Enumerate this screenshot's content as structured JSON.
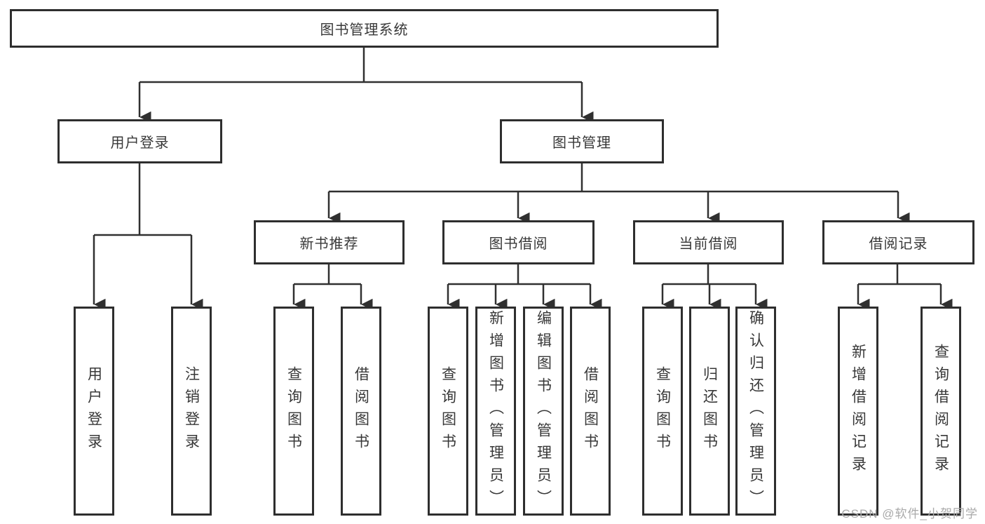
{
  "diagram_type": "hierarchy-flowchart",
  "colors": {
    "background": "#ffffff",
    "box_border": "#2e2e2e",
    "connector_line": "#303030",
    "text": "#383838",
    "watermark_text": "#a9a9a9"
  },
  "tree": {
    "label": "图书管理系统",
    "children": [
      {
        "label": "用户登录",
        "children": [
          {
            "label": "用户登录"
          },
          {
            "label": "注销登录"
          }
        ]
      },
      {
        "label": "图书管理",
        "children": [
          {
            "label": "新书推荐",
            "children": [
              {
                "label": "查询图书"
              },
              {
                "label": "借阅图书"
              }
            ]
          },
          {
            "label": "图书借阅",
            "children": [
              {
                "label": "查询图书"
              },
              {
                "label": "新增图书（管理员）"
              },
              {
                "label": "编辑图书（管理员）"
              },
              {
                "label": "借阅图书"
              }
            ]
          },
          {
            "label": "当前借阅",
            "children": [
              {
                "label": "查询图书"
              },
              {
                "label": "归还图书"
              },
              {
                "label": "确认归还（管理员）"
              }
            ]
          },
          {
            "label": "借阅记录",
            "children": [
              {
                "label": "新增借阅记录"
              },
              {
                "label": "查询借阅记录"
              }
            ]
          }
        ]
      }
    ]
  },
  "watermark": "CSDN @软件_小贺同学"
}
